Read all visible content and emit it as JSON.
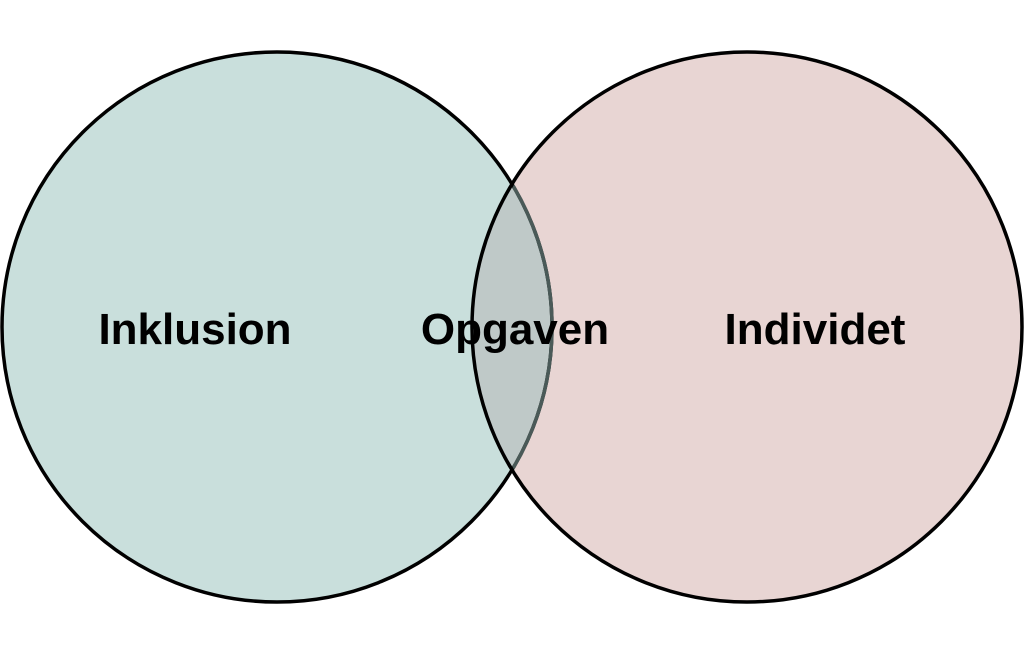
{
  "diagram": {
    "type": "venn",
    "sets": [
      {
        "label": "Inklusion",
        "fill": "#c9dfdc"
      },
      {
        "label": "Individet",
        "fill": "#e8d5d3"
      }
    ],
    "intersection": {
      "label": "Opgaven",
      "fill": "#bfc9c8"
    },
    "colors": {
      "stroke": "#000000",
      "background": "#ffffff"
    }
  }
}
